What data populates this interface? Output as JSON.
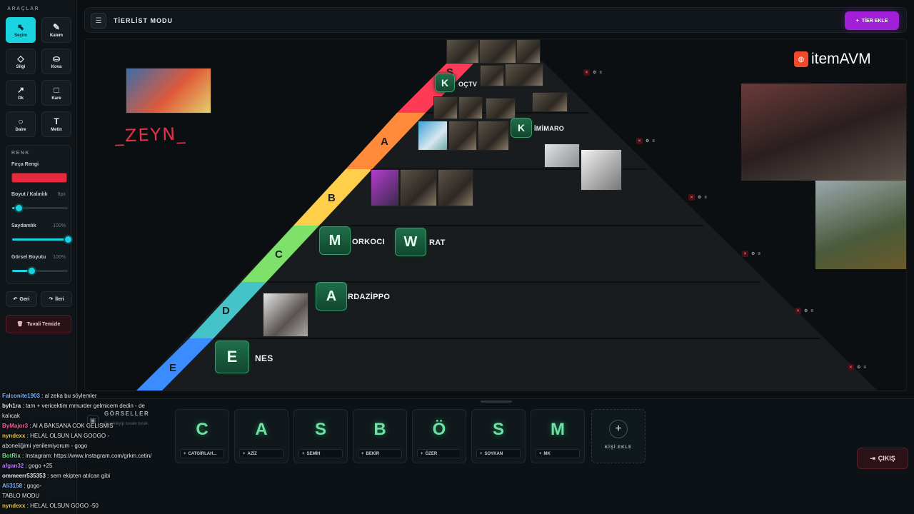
{
  "sidebar": {
    "title": "ARAÇLAR",
    "tools": [
      {
        "label": "Seçim",
        "icon": "cursor-icon",
        "glyph": "⬉"
      },
      {
        "label": "Kalem",
        "icon": "pencil-icon",
        "glyph": "✎"
      },
      {
        "label": "Silgi",
        "icon": "eraser-icon",
        "glyph": "◇"
      },
      {
        "label": "Kova",
        "icon": "bucket-icon",
        "glyph": "⛀"
      },
      {
        "label": "Ok",
        "icon": "arrow-icon",
        "glyph": "↗"
      },
      {
        "label": "Kare",
        "icon": "square-icon",
        "glyph": "□"
      },
      {
        "label": "Daire",
        "icon": "circle-icon",
        "glyph": "○"
      },
      {
        "label": "Metin",
        "icon": "text-icon",
        "glyph": "T"
      }
    ],
    "color_section": "RENK",
    "brush_color_label": "Fırça Rengi",
    "brush_color": "#e8283c",
    "size_label": "Boyut / Kalınlık",
    "size_value": "8px",
    "size_level": 0.12,
    "opacity_label": "Saydamlık",
    "opacity_value": "100%",
    "opacity_level": 1.0,
    "image_size_label": "Görsel Boyutu",
    "image_size_value": "100%",
    "image_size_level": 0.35,
    "back_label": "Geri",
    "forward_label": "İleri",
    "clear_label": "Tuvali Temizle"
  },
  "topbar": {
    "title": "TİERLİST MODU",
    "add_tier_label": "TİER EKLE"
  },
  "stage": {
    "tiers": [
      "S",
      "A",
      "B",
      "C",
      "D",
      "E"
    ],
    "annotation": "_ZEYN_",
    "logo_text": "itemAVM",
    "placed": [
      {
        "letter": "K",
        "name": "OÇTV"
      },
      {
        "letter": "K",
        "name": "İMİMARO"
      },
      {
        "letter": "M",
        "name": "ORKOCI"
      },
      {
        "letter": "W",
        "name": "RAT"
      },
      {
        "letter": "A",
        "name": "RDAZİPPO"
      },
      {
        "letter": "E",
        "name": "NES"
      }
    ],
    "row_controls": {
      "close": "×",
      "gear": "⚙",
      "menu": "≡"
    }
  },
  "gallery": {
    "title": "GÖRSELLER",
    "hint": "Sürükleyip tuvale bırak.",
    "cards": [
      {
        "letter": "C",
        "name": "CATGİRLAH..."
      },
      {
        "letter": "A",
        "name": "AZİZ"
      },
      {
        "letter": "S",
        "name": "SEMİH"
      },
      {
        "letter": "B",
        "name": "BEKİR"
      },
      {
        "letter": "Ö",
        "name": "ÖZER"
      },
      {
        "letter": "S",
        "name": "SOYKAN"
      },
      {
        "letter": "M",
        "name": "MK"
      }
    ],
    "add_label": "KİŞİ EKLE"
  },
  "exit_label": "ÇIKIŞ",
  "chat": [
    {
      "user": "Falconite1903",
      "color": "#7fb7ff",
      "text": ": al zeka bu söylemler"
    },
    {
      "user": "byh1ra",
      "color": "#e8ecee",
      "text": ": tam + vericektim mmurder gelmicem dedin - de"
    },
    {
      "user": "",
      "color": "#e8ecee",
      "text": "kalıcak"
    },
    {
      "user": "ByMajor3",
      "color": "#ff5a9c",
      "text": ": AI A BAKSANA COK GELISMIS"
    },
    {
      "user": "nyndexx",
      "color": "#e8c547",
      "text": ": HELAL OLSUN LAN GOOGO -"
    },
    {
      "user": "",
      "color": "#e8ecee",
      "text": "aboneliğimi yenilemiyorum - gogo"
    },
    {
      "user": "BotRix",
      "color": "#6fe08f",
      "text": ": Instagram: https://www.instagram.com/grkm.cetin/"
    },
    {
      "user": "afgan32",
      "color": "#c07bff",
      "text": ": gogo +25"
    },
    {
      "user": "ommeerr535353",
      "color": "#e8ecee",
      "text": ": sem ekipten atılcan gibi"
    },
    {
      "user": "Ali3158",
      "color": "#7fb7ff",
      "text": ": gogo-"
    },
    {
      "user": "",
      "color": "#e8ecee",
      "text": "TABLO MODU"
    },
    {
      "user": "nyndexx",
      "color": "#e8c547",
      "text": ": HELAL OLSUN GOGO -50"
    }
  ]
}
